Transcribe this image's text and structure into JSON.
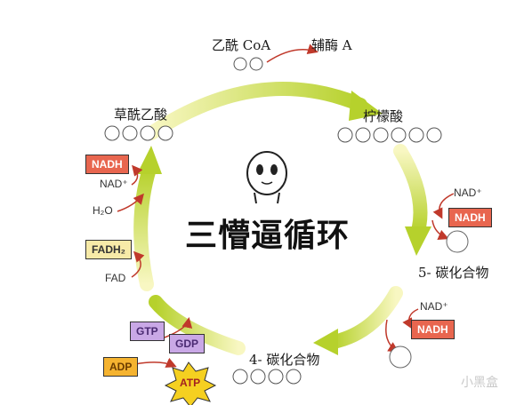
{
  "title": "三懵逼循环",
  "nodes": {
    "acetyl": "乙酰 CoA",
    "coa": "辅酶 A",
    "citrate": "柠檬酸",
    "oxaloacetate": "草酰乙酸",
    "c5": "5- 碳化合物",
    "c4": "4- 碳化合物"
  },
  "labels": {
    "nad1": "NAD⁺",
    "nadh1": "NADH",
    "nad2": "NAD⁺",
    "nadh2": "NADH",
    "nad3": "NAD⁺",
    "nadh3": "NADH",
    "h2o": "H₂O",
    "fadh2": "FADH₂",
    "fad": "FAD",
    "gtp": "GTP",
    "gdp": "GDP",
    "adp": "ADP",
    "atp": "ATP"
  },
  "watermark": "小黑盒",
  "colors": {
    "arrow_light": "#f4f3a0",
    "arrow_dark": "#b5d12a",
    "nadh": "#e8664f",
    "red_arrow": "#c0392b"
  }
}
